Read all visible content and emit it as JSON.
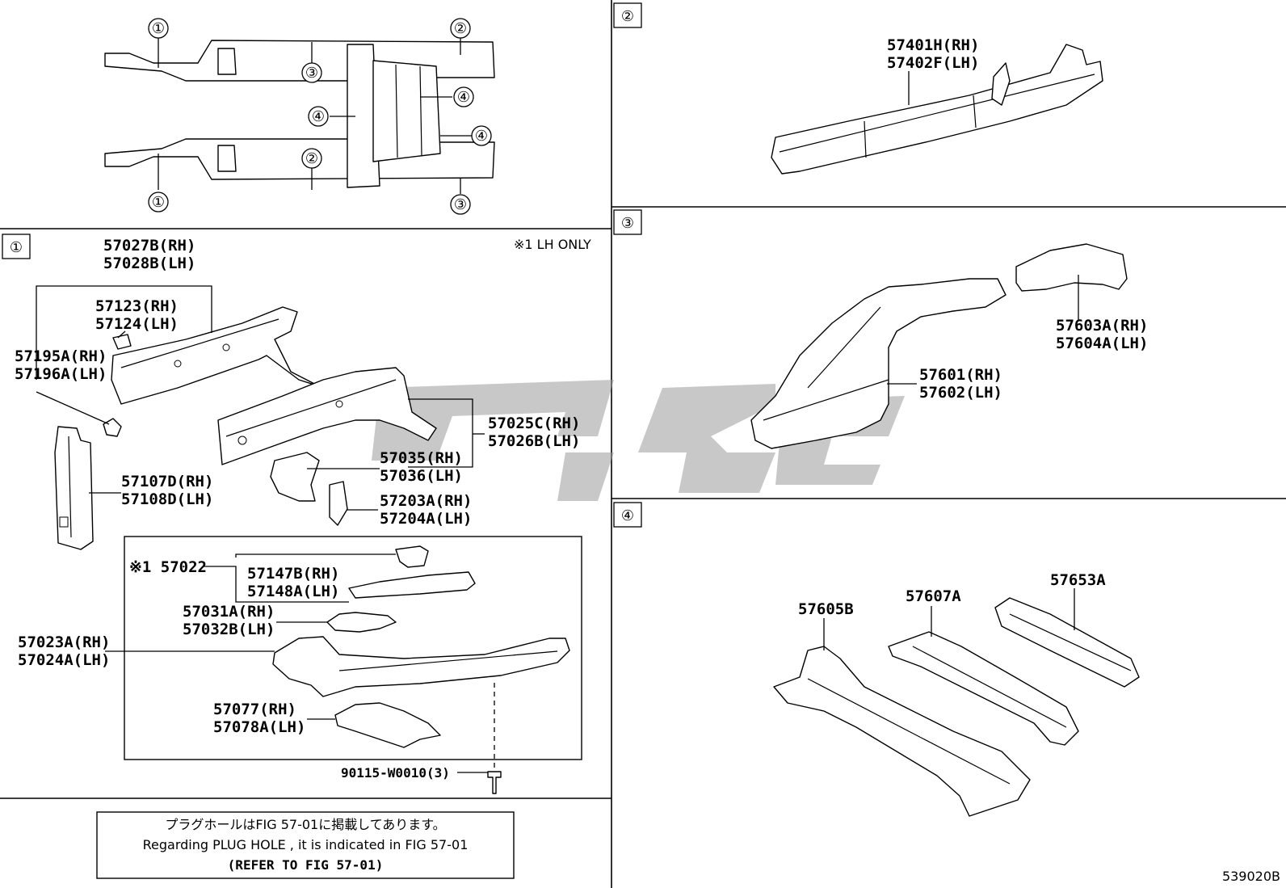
{
  "overview": {
    "callouts": [
      "①",
      "②",
      "③",
      "④",
      "④",
      "④",
      "②",
      "①",
      "③"
    ]
  },
  "section1": {
    "marker": "①",
    "footnote": "※1 LH ONLY",
    "labels": {
      "p57027": [
        "57027B(RH)",
        "57028B(LH)"
      ],
      "p57123": [
        "57123(RH)",
        "57124(LH)"
      ],
      "p57195": [
        "57195A(RH)",
        "57196A(LH)"
      ],
      "p57025": [
        "57025C(RH)",
        "57026B(LH)"
      ],
      "p57035": [
        "57035(RH)",
        "57036(LH)"
      ],
      "p57107": [
        "57107D(RH)",
        "57108D(LH)"
      ],
      "p57203": [
        "57203A(RH)",
        "57204A(LH)"
      ],
      "p57022": "※1 57022",
      "p57147": [
        "57147B(RH)",
        "57148A(LH)"
      ],
      "p57031": [
        "57031A(RH)",
        "57032B(LH)"
      ],
      "p57023": [
        "57023A(RH)",
        "57024A(LH)"
      ],
      "p57077": [
        "57077(RH)",
        "57078A(LH)"
      ],
      "p90115": "90115-W0010(3)"
    }
  },
  "section2": {
    "marker": "②",
    "labels": {
      "p57401": [
        "57401H(RH)",
        "57402F(LH)"
      ]
    }
  },
  "section3": {
    "marker": "③",
    "labels": {
      "p57603": [
        "57603A(RH)",
        "57604A(LH)"
      ],
      "p57601": [
        "57601(RH)",
        "57602(LH)"
      ]
    }
  },
  "section4": {
    "marker": "④",
    "labels": {
      "p57605": "57605B",
      "p57607": "57607A",
      "p57653": "57653A"
    }
  },
  "notice": {
    "line1": "プラグホールはFIG 57-01に掲載してあります。",
    "line2": "Regarding  PLUG  HOLE , it is indicated in FIG  57-01",
    "line3": "(REFER TO FIG 57-01)"
  },
  "figure_id": "539020B"
}
